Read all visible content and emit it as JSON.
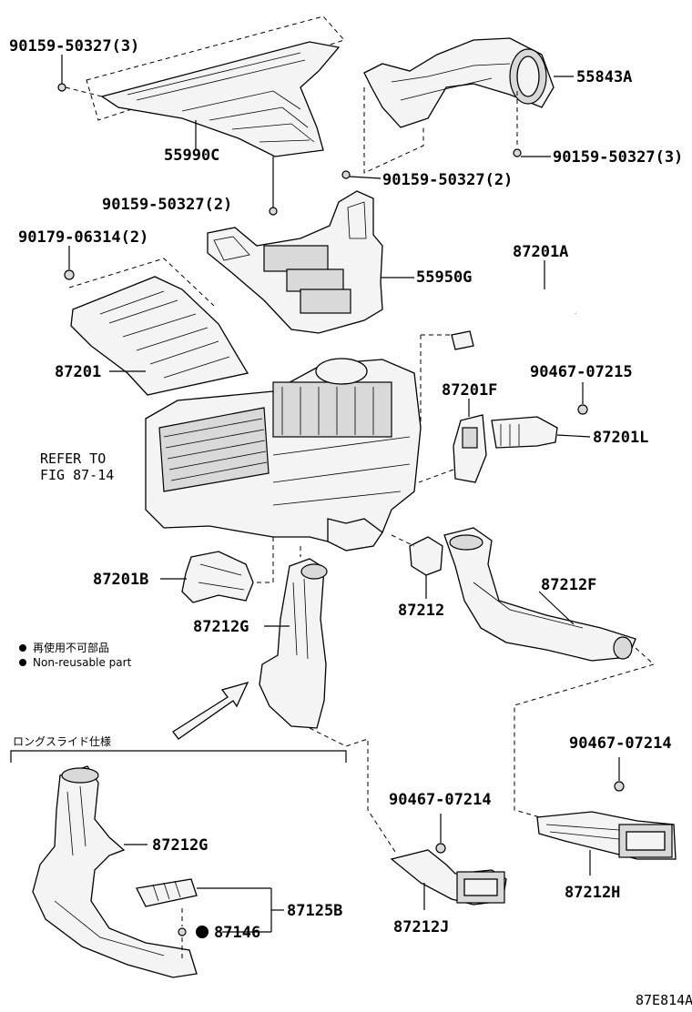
{
  "labels": {
    "p_90159_50327_3_tl": "90159-50327(3)",
    "p_55990C": "55990C",
    "p_90159_50327_2_b": "90159-50327(2)",
    "p_55843A": "55843A",
    "p_90159_50327_3_r": "90159-50327(3)",
    "p_90159_50327_2_m": "90159-50327(2)",
    "p_90179_06314_2": "90179-06314(2)",
    "p_55950G": "55950G",
    "p_87201A": "87201A",
    "p_87201": "87201",
    "p_90467_07215": "90467-07215",
    "p_87201F": "87201F",
    "p_87201L": "87201L",
    "refer_line1": "REFER TO",
    "refer_line2": "FIG 87-14",
    "p_87201B": "87201B",
    "p_87212F": "87212F",
    "p_87212": "87212",
    "p_87212G_top": "87212G",
    "p_90467_07214_r": "90467-07214",
    "p_90467_07214_m": "90467-07214",
    "p_87212H": "87212H",
    "p_87212J": "87212J",
    "p_87212G_low": "87212G",
    "p_87125B": "87125B",
    "p_87146": "87146",
    "figure_code": "87E814A"
  },
  "legend": {
    "line_jp": "再使用不可部品",
    "line_en": "Non-reusable part"
  },
  "section": {
    "title": "ロングスライド仕様"
  }
}
